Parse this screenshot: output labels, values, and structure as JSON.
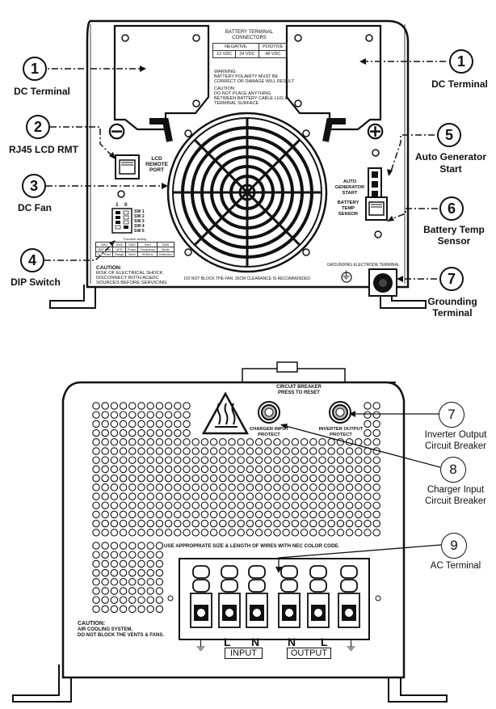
{
  "top_panel": {
    "callouts": [
      {
        "num": "1",
        "label": "DC Terminal",
        "side": "left"
      },
      {
        "num": "1",
        "label": "DC Terminal",
        "side": "right"
      },
      {
        "num": "2",
        "label": "RJ45 LCD RMT"
      },
      {
        "num": "3",
        "label": "DC Fan"
      },
      {
        "num": "4",
        "label": "DIP Switch"
      },
      {
        "num": "5",
        "label_line1": "Auto Generator",
        "label_line2": "Start"
      },
      {
        "num": "6",
        "label_line1": "Battery Temp",
        "label_line2": "Sensor"
      },
      {
        "num": "7",
        "label_line1": "Grounding",
        "label_line2": "Terminal"
      }
    ],
    "connector_table": {
      "title_line1": "BATTERY TERMINAL",
      "title_line2": "CONNECTORS",
      "neg": "NEGATIVE",
      "pos": "POSITIVE",
      "v12": "12 VDC",
      "v24": "24 VDC",
      "v48": "48 VDC"
    },
    "warning": {
      "l1": "WARNING:",
      "l2": "BATTERY POLARITY MUST BE",
      "l3": "CORRECT OR DAMAGE WILL RESULT",
      "l4": "CAUTION:",
      "l5": "DO NOT PLACE ANYTHING",
      "l6": "BETWEEN BATTERY CABLE LUG &",
      "l7": "TERMINAL SURFACE"
    },
    "minus_sign": "⊖",
    "plus_sign": "⊕",
    "lcd_port": {
      "l1": "LCD",
      "l2": "REMOTE",
      "l3": "PORT"
    },
    "agen": {
      "l1": "AUTO",
      "l2": "GENERATOR",
      "l3": "START"
    },
    "btemp": {
      "l1": "BATTERY",
      "l2": "TEMP",
      "l3": "SENSOR"
    },
    "grounding_electrode": "GROUNDING ELECTRODE TERMINAL",
    "dip": {
      "on": "1",
      "off": "0",
      "switches": [
        "SW 1",
        "SW 2",
        "SW 3",
        "SW 4",
        "SW 5"
      ],
      "function_title": "Function setting",
      "headers": [
        "SW1",
        "SW2",
        "SW3",
        "SW4",
        "SW5"
      ],
      "row1": [
        "BAT Low",
        "UPS/",
        "Power",
        "Frequency",
        "Mode"
      ],
      "row2": [
        "D.C Point",
        "Range",
        "Saver",
        "50/60Hz",
        "Detection"
      ]
    },
    "caution": {
      "l1": "CAUTION:",
      "l2": "RISK OF ELECTRICAL SHOCK.",
      "l3": "DISCONNECT BOTH AC&DC",
      "l4": "SOURCES BEFORE SERVICING"
    },
    "fan_note": "DO NOT BLOCK THE FAN. 30CM CLEARANCE IS RECOMMENDED",
    "ground_symbol": "⏚"
  },
  "bottom_panel": {
    "callouts": [
      {
        "num": "7",
        "label_line1": "Inverter Output",
        "label_line2": "Circuit Breaker"
      },
      {
        "num": "8",
        "label_line1": "Charger Input",
        "label_line2": "Circuit Breaker"
      },
      {
        "num": "9",
        "label_line1": "AC Terminal"
      }
    ],
    "breaker_title_l1": "CIRCUIT BREAKER",
    "breaker_title_l2": "PRESS TO RESET",
    "charger_label_l1": "CHARGER INPUT",
    "charger_label_l2": "PROTECT",
    "inverter_label_l1": "INVERTER OUTPUT",
    "inverter_label_l2": "PROTECT",
    "wire_note": "USE APPROPRIATE SIZE & LENGTH OF WIRES WITH NEC COLOR CODE.",
    "caution": {
      "l1": "CAUTION:",
      "l2": "AIR COOLING SYSTEM,",
      "l3": "DO NOT BLOCK THE VENTS & FANS."
    },
    "input_L": "L",
    "input_N": "N",
    "input_label": "INPUT",
    "output_N": "N",
    "output_L": "L",
    "output_label": "OUTPUT",
    "ground_symbol": "⏚"
  }
}
